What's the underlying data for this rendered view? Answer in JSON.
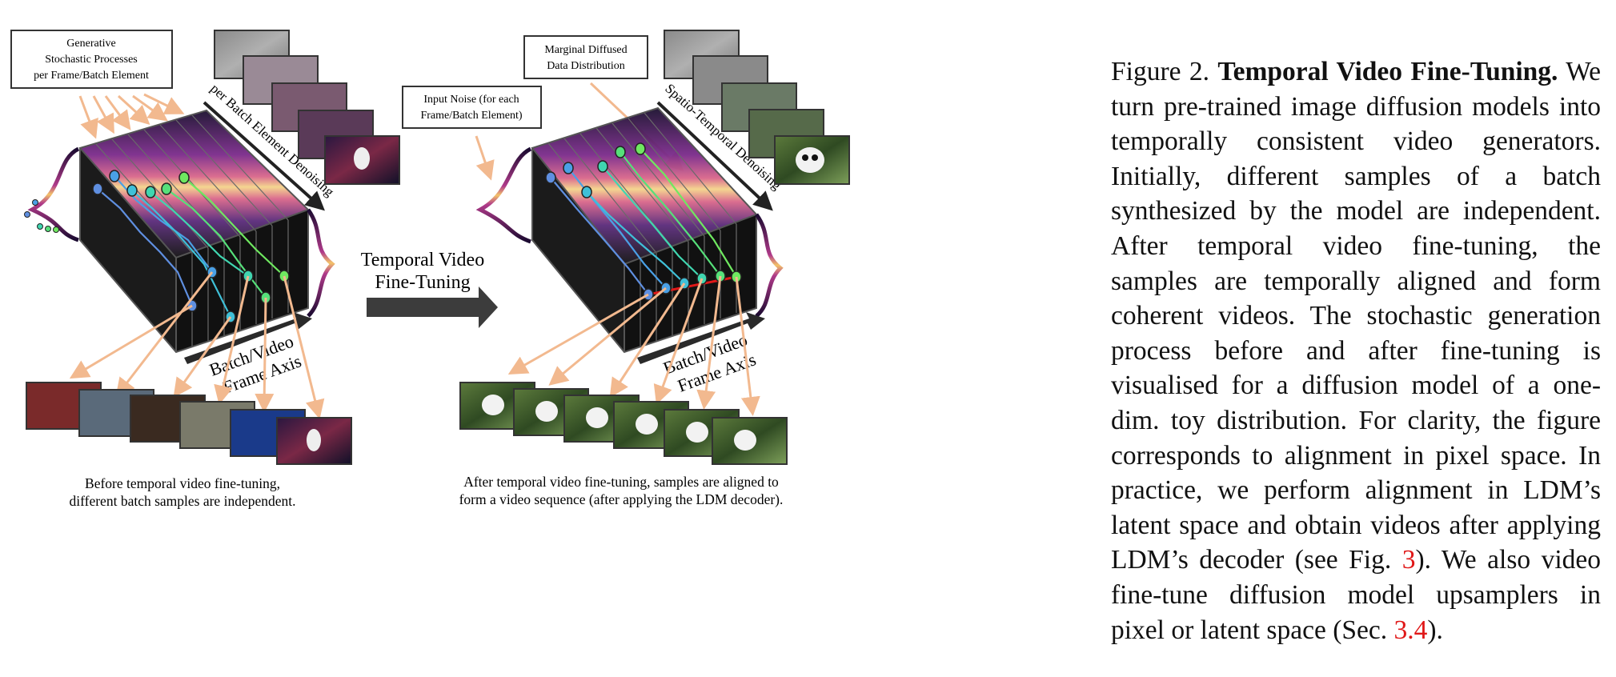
{
  "left_panel": {
    "label_box": [
      "Generative",
      "Stochastic Processes",
      "per Frame/Batch Element"
    ],
    "axis_label_top": "per Batch Element Denoising",
    "axis_label_bottom": [
      "Batch/Video",
      "Frame Axis"
    ],
    "caption": [
      "Before temporal video fine-tuning,",
      "different batch samples are independent."
    ]
  },
  "middle": {
    "arrow_label": [
      "Temporal Video",
      "Fine-Tuning"
    ]
  },
  "right_panel": {
    "label_box_noise": [
      "Input Noise (for each",
      "Frame/Batch Element)"
    ],
    "label_box_marginal": [
      "Marginal Diffused",
      "Data Distribution"
    ],
    "axis_label_top": "Spatio-Temporal Denoising",
    "axis_label_bottom": [
      "Batch/Video",
      "Frame Axis"
    ],
    "caption": [
      "After temporal video fine-tuning, samples are aligned to",
      "form a video sequence (after applying the LDM decoder)."
    ]
  },
  "caption": {
    "figure_label": "Figure 2.",
    "title": "Temporal Video Fine-Tuning.",
    "body_1": "We turn pre-trained image diffusion models into temporally consistent video generators. Initially, different samples of a batch synthesized by the model are independent. After temporal video fine-tuning, the samples are temporally aligned and form coherent videos. The stochastic generation process before and after fine-tuning is visualised for a diffusion model of a one-dim. toy distribution. For clarity, the figure corresponds to alignment in pixel space. In practice, we perform alignment in LDM’s latent space and obtain videos after applying LDM’s decoder (see Fig.",
    "ref_fig": "3",
    "body_2": "). We also video fine-tune diffusion model upsamplers in pixel or latent space (Sec.",
    "ref_sec": "3.4",
    "body_3": ")."
  },
  "colors": {
    "arrow_orange": "#f2b98f",
    "box_border": "#333333",
    "big_arrow": "#3c3c3c",
    "ref_red": "#e01818",
    "band_purple": "#7a2a8a",
    "band_yellow": "#f4d48a"
  }
}
